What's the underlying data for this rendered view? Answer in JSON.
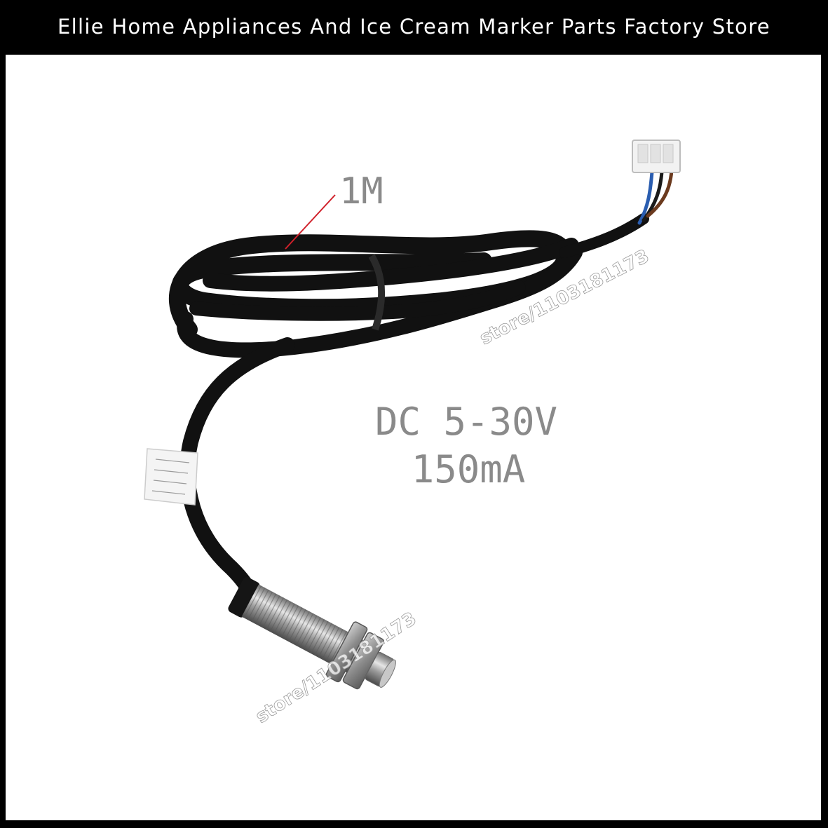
{
  "banner": {
    "title": "Ellie Home Appliances And Ice Cream Marker Parts Factory Store"
  },
  "annotations": {
    "cable_length": "1M",
    "voltage": "DC 5-30V",
    "current": "150mA"
  },
  "watermarks": {
    "upper": "store/1103181173",
    "lower": "store/1103181173"
  },
  "colors": {
    "banner_bg": "#000000",
    "cable": "#111111",
    "pointer_line": "#d0202a",
    "wire_brown": "#6b3a1e",
    "wire_blue": "#2a5db0",
    "wire_black": "#1a1a1a",
    "connector": "#f2f2f2",
    "metal": "#a8a8a8"
  }
}
